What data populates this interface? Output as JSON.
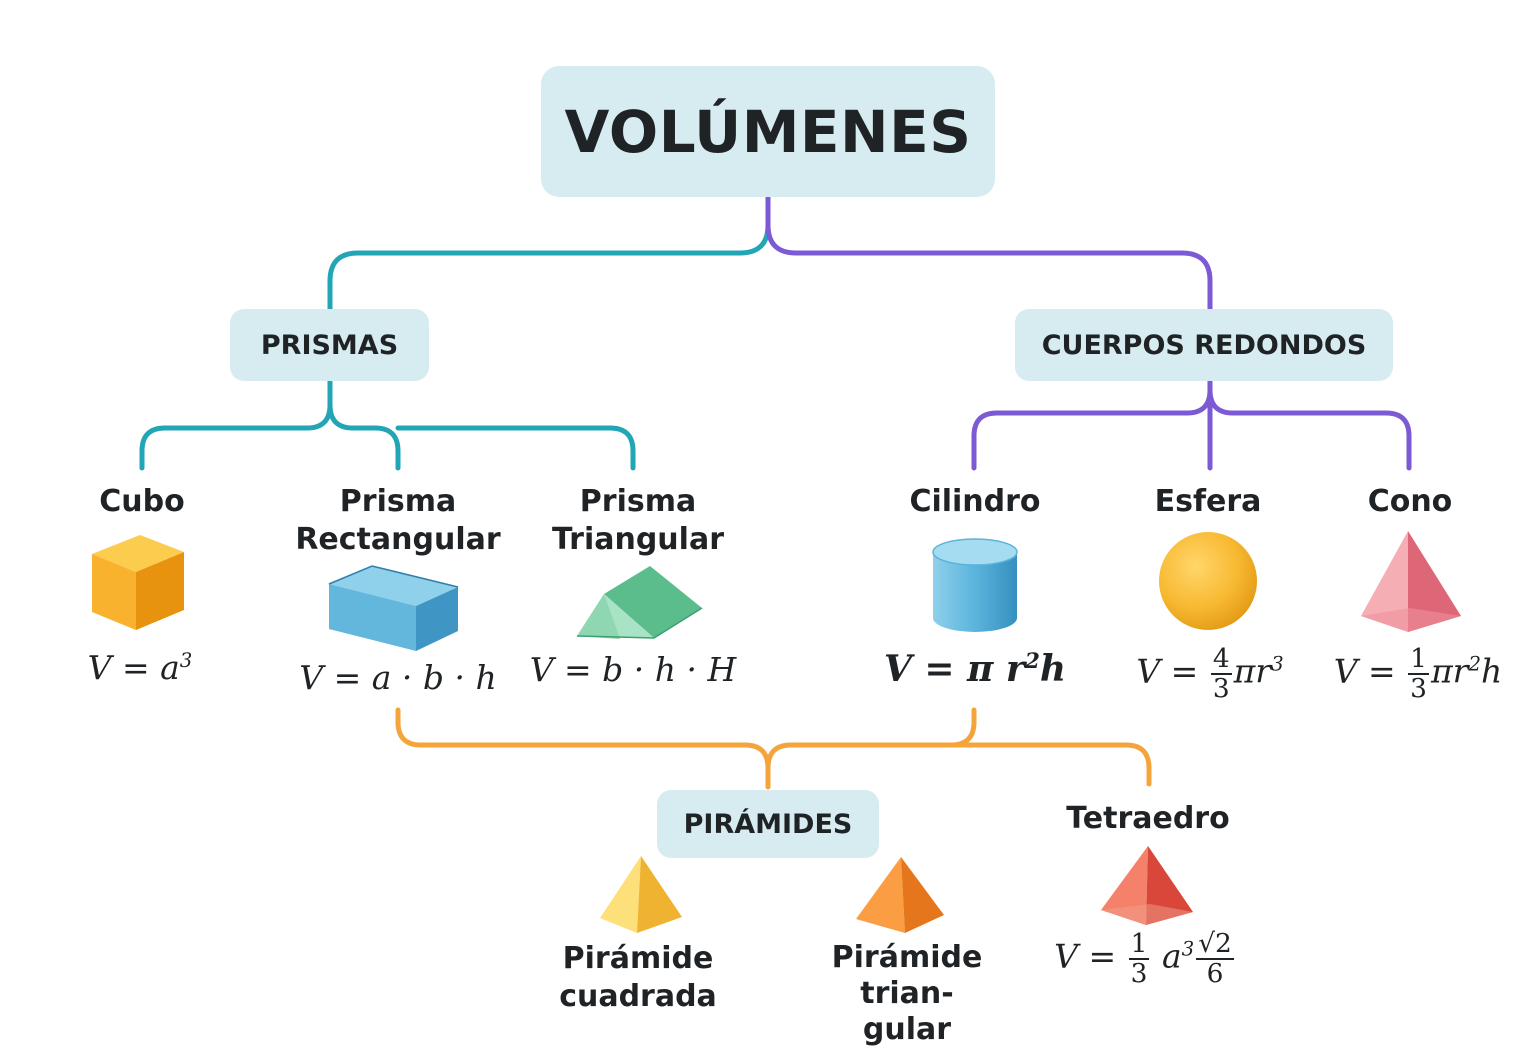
{
  "title": "VOLÚMENES",
  "categories": {
    "prismas": "PRISMAS",
    "cuerpos_redondos": "CUERPOS REDONDOS",
    "piramides": "PIRÁMIDES"
  },
  "solids": {
    "cubo": {
      "name": "Cubo",
      "formula_lhs": "V = a",
      "formula_exp": "3"
    },
    "prisma_rectangular": {
      "name_line1": "Prisma",
      "name_line2": "Rectangular",
      "formula": "V = a · b · h"
    },
    "prisma_triangular": {
      "name_line1": "Prisma",
      "name_line2": "Triangular",
      "formula": "V = b · h · H"
    },
    "cilindro": {
      "name": "Cilindro",
      "formula_lhs": "V = π r",
      "formula_exp": "2",
      "formula_rhs": "h"
    },
    "esfera": {
      "name": "Esfera",
      "formula_lhs": "V =",
      "frac_num": "4",
      "frac_den": "3",
      "formula_rhs": "πr",
      "formula_exp": "3"
    },
    "cono": {
      "name": "Cono",
      "formula_lhs": "V =",
      "frac_num": "1",
      "frac_den": "3",
      "formula_rhs": "πr",
      "formula_exp": "2",
      "formula_end": "h"
    },
    "piramide_cuadrada": {
      "name": "Pirámide cuadrada"
    },
    "piramide_triangular": {
      "name_line1": "Pirámide trian-",
      "name_line2": "gular"
    },
    "tetraedro": {
      "name": "Tetraedro",
      "formula_lhs": "V =",
      "frac_num": "1",
      "frac_den": "3",
      "formula_mid": "a",
      "formula_exp": "3",
      "frac2_num": "√2",
      "frac2_den": "6"
    }
  },
  "colors": {
    "prismas_branch": "#22a5b4",
    "redondos_branch": "#7c5ad6",
    "piramides_branch": "#f4a43a",
    "box_fill": "#d7ecf0"
  }
}
